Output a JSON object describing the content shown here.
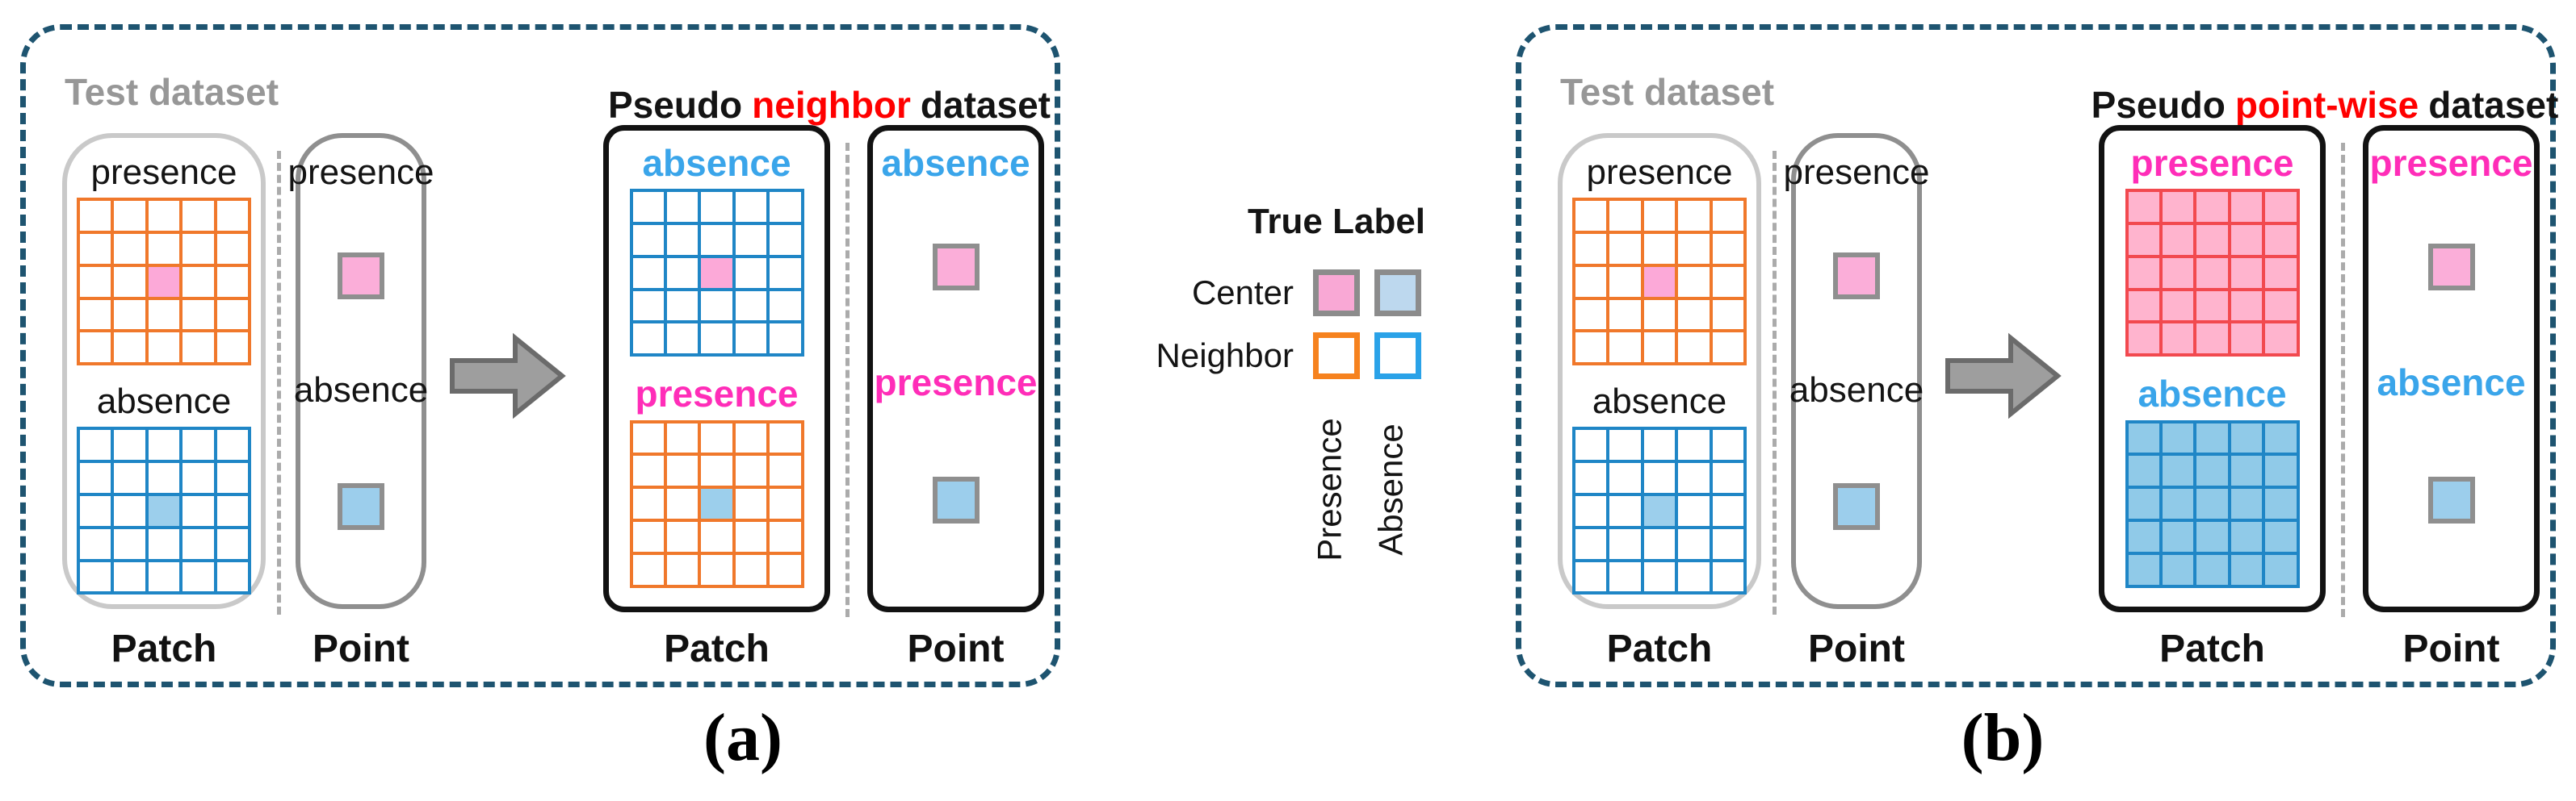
{
  "colors": {
    "panel_dash_border": "#1E5470",
    "header_gray": "#979797",
    "red_highlight": "#FF0000",
    "magenta_text": "#FF2DB8",
    "blue_text": "#3AA5EA",
    "arrow_fill": "#9E9E9E",
    "arrow_stroke": "#6B6B6B"
  },
  "grid_defs": {
    "test_presence": {
      "line": "#F0782B",
      "cell": "#FFFFFF",
      "center": "#FCA9D8"
    },
    "test_absence": {
      "line": "#1F86C6",
      "cell": "#FFFFFF",
      "center": "#9CCFEC"
    },
    "neighbor_absence": {
      "line": "#1F86C6",
      "cell": "#FFFFFF",
      "center": "#FCA9D8"
    },
    "neighbor_presence": {
      "line": "#F0782B",
      "cell": "#FFFFFF",
      "center": "#9CCFEC"
    },
    "pointwise_presence": {
      "line": "#F2494F",
      "cell": "#FFB4CE",
      "center": "#FFB4CE"
    },
    "pointwise_absence": {
      "line": "#1F86C6",
      "cell": "#90CAE8",
      "center": "#90CAE8"
    }
  },
  "square_defs": {
    "point_presence": {
      "fill": "#FBAED9",
      "border": "#8F8F8F"
    },
    "point_absence": {
      "fill": "#9CCEEC",
      "border": "#8F8F8F"
    }
  },
  "legend": {
    "title": "True Label",
    "rows": [
      {
        "label": "Center"
      },
      {
        "label": "Neighbor"
      }
    ],
    "columns": [
      {
        "label": "Presence"
      },
      {
        "label": "Absence"
      }
    ],
    "swatches": {
      "center_presence": {
        "fill": "#F9A8D5",
        "border": "#8C8C8C"
      },
      "center_absence": {
        "fill": "#BDD8EE",
        "border": "#8C8C8C"
      },
      "neighbor_presence": {
        "fill": "#FFFFFF",
        "border": "#F6821E"
      },
      "neighbor_absence": {
        "fill": "#FFFFFF",
        "border": "#2AA2E8"
      }
    }
  },
  "panels": [
    {
      "caption": "(a)",
      "header": "Test dataset",
      "title": {
        "prefix": "Pseudo",
        "highlight": "neighbor",
        "suffix": "dataset"
      },
      "test": {
        "patch": {
          "top_label": "presence",
          "bottom_label": "absence",
          "footer": "Patch"
        },
        "point": {
          "top_label": "presence",
          "bottom_label": "absence",
          "footer": "Point"
        }
      },
      "pseudo": {
        "patch": {
          "top_label": "absence",
          "bottom_label": "presence",
          "footer": "Patch"
        },
        "point": {
          "top_label": "absence",
          "bottom_label": "presence",
          "footer": "Point"
        }
      }
    },
    {
      "caption": "(b)",
      "header": "Test dataset",
      "title": {
        "prefix": "Pseudo",
        "highlight": "point-wise",
        "suffix": "dataset"
      },
      "test": {
        "patch": {
          "top_label": "presence",
          "bottom_label": "absence",
          "footer": "Patch"
        },
        "point": {
          "top_label": "presence",
          "bottom_label": "absence",
          "footer": "Point"
        }
      },
      "pseudo": {
        "patch": {
          "top_label": "presence",
          "bottom_label": "absence",
          "footer": "Patch"
        },
        "point": {
          "top_label": "presence",
          "bottom_label": "absence",
          "footer": "Point"
        }
      }
    }
  ]
}
